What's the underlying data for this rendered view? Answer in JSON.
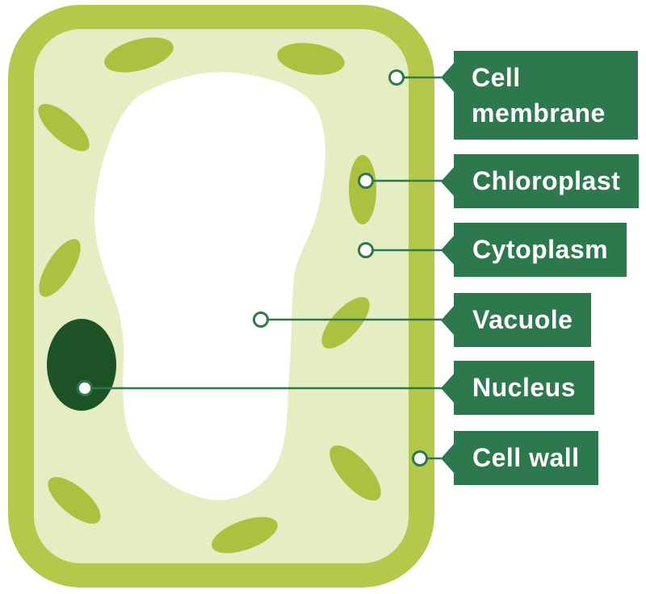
{
  "labels": [
    {
      "id": "cell-membrane",
      "text": "Cell membrane"
    },
    {
      "id": "chloroplast",
      "text": "Chloroplast"
    },
    {
      "id": "cytoplasm",
      "text": "Cytoplasm"
    },
    {
      "id": "vacuole",
      "text": "Vacuole"
    },
    {
      "id": "nucleus",
      "text": "Nucleus"
    },
    {
      "id": "cell-wall",
      "text": "Cell wall"
    }
  ],
  "palette": {
    "label_bg": "#2d784d",
    "label_text": "#ffffff",
    "pointer_line": "#2d784d",
    "marker_fill": "#ffffff",
    "cell_wall": "#b5c84b",
    "cytoplasm": "#e5edc3",
    "chloroplast": "#aac23f",
    "vacuole": "#ffffff",
    "nucleus": "#1d5126",
    "background": "#ffffff"
  }
}
